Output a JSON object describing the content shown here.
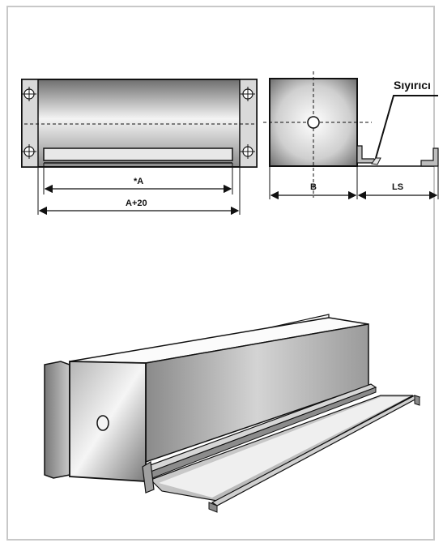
{
  "labels": {
    "scraper": "Sıyırıcı",
    "dim_a": "*A",
    "dim_a20": "A+20",
    "dim_b": "B",
    "dim_ls": "LS"
  },
  "colors": {
    "border": "#c8c8c8",
    "line": "#111111",
    "metal_light": "#f2f2f2",
    "metal_dark": "#8a8a8a"
  }
}
